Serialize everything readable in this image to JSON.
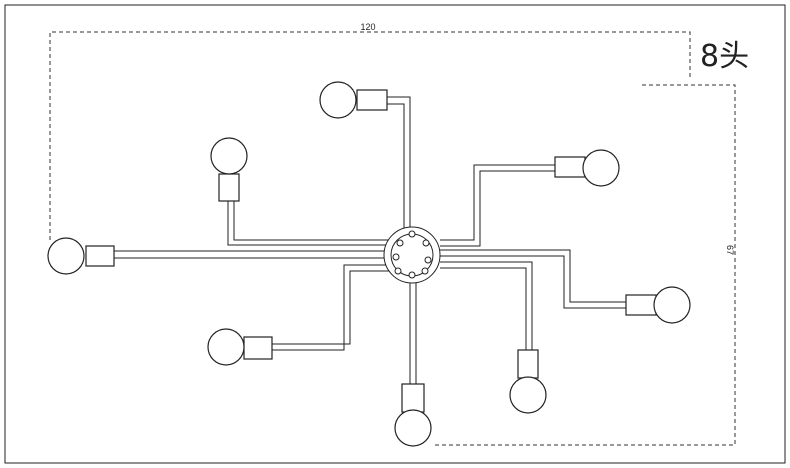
{
  "diagram": {
    "width_label": "120",
    "height_label": "67",
    "head_label": "8头"
  },
  "colors": {
    "line": "#222222",
    "dash": "#333333",
    "background": "#ffffff"
  }
}
